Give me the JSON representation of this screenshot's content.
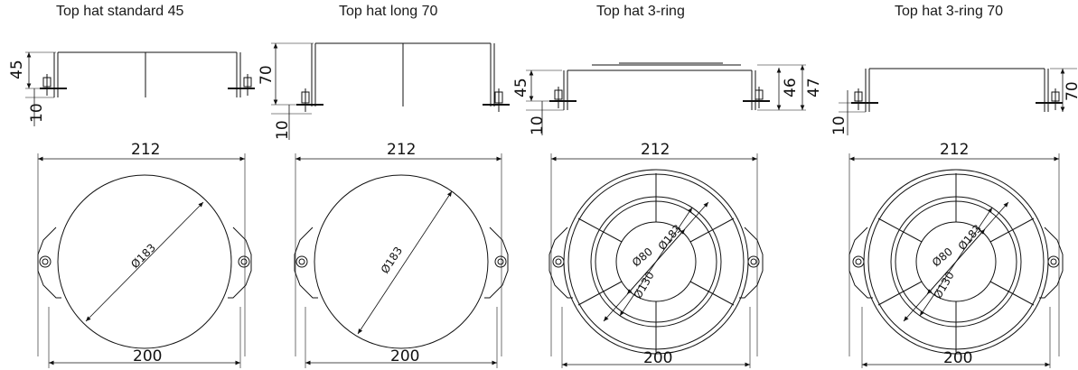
{
  "panels": [
    {
      "title": "Top hat standard 45",
      "width_top": "212",
      "width_bottom": "200",
      "diameters": [
        "Ø183"
      ],
      "height_main": "45",
      "height_base": "10",
      "extra_heights": []
    },
    {
      "title": "Top hat long 70",
      "width_top": "212",
      "width_bottom": "200",
      "diameters": [
        "Ø183"
      ],
      "height_main": "70",
      "height_base": "10",
      "extra_heights": []
    },
    {
      "title": "Top hat 3-ring",
      "width_top": "212",
      "width_bottom": "200",
      "diameters": [
        "Ø80",
        "Ø183",
        "Ø130"
      ],
      "height_main": "45",
      "height_base": "10",
      "extra_heights": [
        "46",
        "47"
      ]
    },
    {
      "title": "Top hat 3-ring 70",
      "width_top": "212",
      "width_bottom": "200",
      "diameters": [
        "Ø80",
        "Ø183",
        "Ø130"
      ],
      "height_main": "",
      "height_base": "10",
      "extra_heights": [
        "70"
      ]
    }
  ]
}
